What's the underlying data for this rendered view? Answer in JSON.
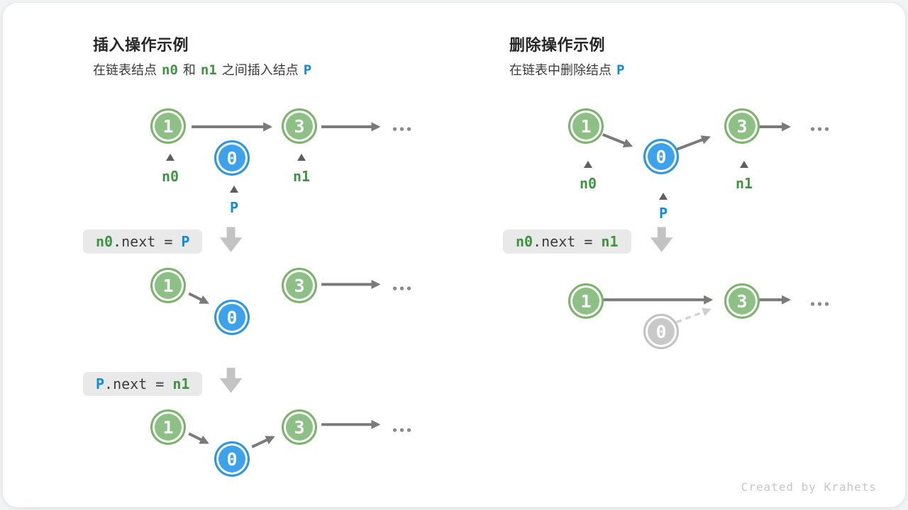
{
  "misc": {
    "ellipsis": "•••",
    "credit": "Created by Krahets"
  },
  "icons": {
    "caret": "up-triangle-pointer",
    "block_arrow": "down-block-arrow",
    "dashed_link": "removed-pointer-dashed-arrow"
  },
  "colors": {
    "node_green_fill": "#8cc084",
    "node_green_border": "#7cb36b",
    "node_blue_fill": "#3da2ec",
    "node_blue_border": "#2d96e2",
    "node_gray_fill": "#c9c9c9",
    "text_green": "#3e9440",
    "text_blue": "#0f8be0",
    "arrow_gray": "#7a7a7a",
    "code_bg": "#e9e9e9",
    "block_arrow_gray": "#c3c3c3"
  },
  "nodes": {
    "one": "1",
    "three": "3",
    "zero": "0"
  },
  "labels": {
    "n0": "n0",
    "n1": "n1",
    "p": "P"
  },
  "left": {
    "title": "插入操作示例",
    "subtitle": {
      "t1": "在链表结点",
      "n0": "n0",
      "t2": "和",
      "n1": "n1",
      "t3": "之间插入结点",
      "p": "P"
    },
    "code1": {
      "a": "n0",
      "b": ".next = ",
      "c": "P"
    },
    "code2": {
      "a": "P",
      "b": ".next = ",
      "c": "n1"
    }
  },
  "right": {
    "title": "删除操作示例",
    "subtitle": {
      "t1": "在链表中删除结点",
      "p": "P"
    },
    "code1": {
      "a": "n0",
      "b": ".next = ",
      "c": "n1"
    }
  }
}
